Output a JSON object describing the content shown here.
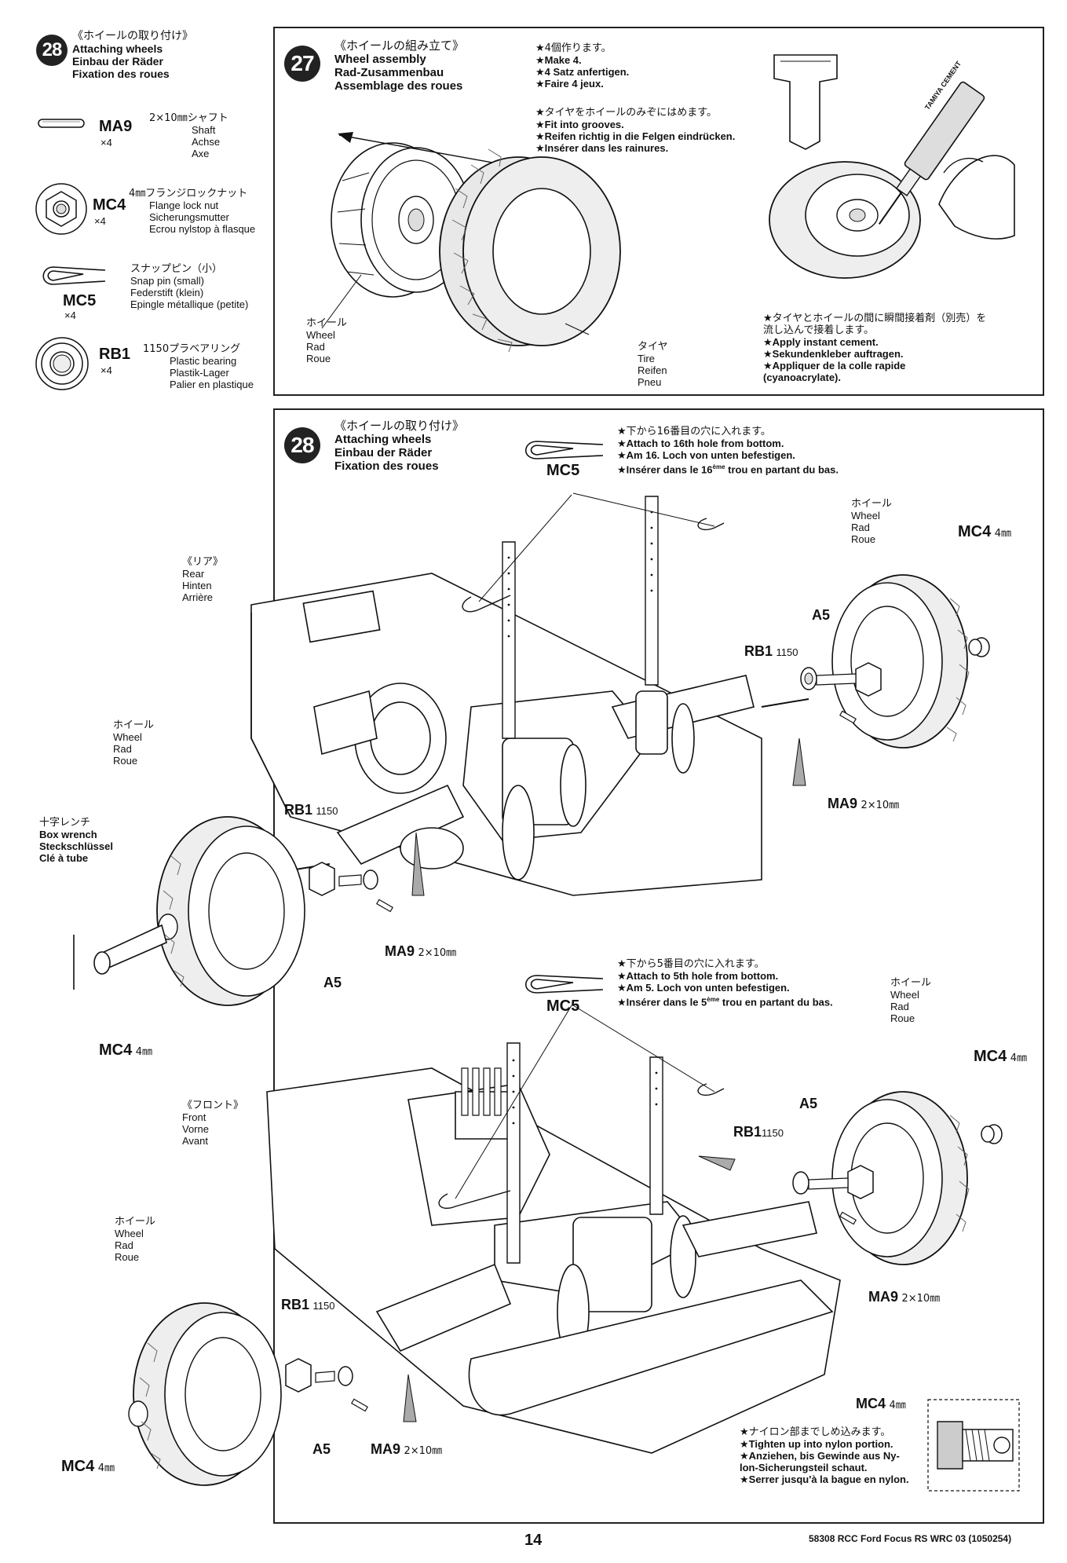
{
  "left_panel": {
    "step_number": "28",
    "title_jp": "《ホイールの取り付け》",
    "title_en": "Attaching wheels",
    "title_de": "Einbau der Räder",
    "title_fr": "Fixation des roues",
    "parts": [
      {
        "code": "MA9",
        "qty": "×4",
        "desc_jp": "2×10㎜シャフト",
        "desc_en": "Shaft",
        "desc_de": "Achse",
        "desc_fr": "Axe",
        "icon": "shaft-icon"
      },
      {
        "code": "MC4",
        "qty": "×4",
        "desc_jp": "4㎜フランジロックナット",
        "desc_en": "Flange lock nut",
        "desc_de": "Sicherungsmutter",
        "desc_fr": "Ecrou nylstop à flasque",
        "icon": "flange-nut-icon"
      },
      {
        "code": "MC5",
        "qty": "×4",
        "desc_jp": "スナップピン（小）",
        "desc_en": "Snap pin (small)",
        "desc_de": "Federstift (klein)",
        "desc_fr": "Epingle métallique (petite)",
        "icon": "snap-pin-icon"
      },
      {
        "code": "RB1",
        "qty": "×4",
        "desc_jp": "1150プラベアリング",
        "desc_en": "Plastic bearing",
        "desc_de": "Plastik-Lager",
        "desc_fr": "Palier en plastique",
        "icon": "bearing-icon"
      }
    ]
  },
  "step27": {
    "number": "27",
    "title_jp": "《ホイールの組み立て》",
    "title_en": "Wheel assembly",
    "title_de": "Rad-Zusammenbau",
    "title_fr": "Assemblage des roues",
    "note1": [
      "★4個作ります。",
      "★Make 4.",
      "★4 Satz anfertigen.",
      "★Faire 4 jeux."
    ],
    "note2": [
      "★タイヤをホイールのみぞにはめます。",
      "★Fit into grooves.",
      "★Reifen richtig in die Felgen eindrücken.",
      "★Insérer dans les rainures."
    ],
    "wheel_label": [
      "ホイール",
      "Wheel",
      "Rad",
      "Roue"
    ],
    "tire_label": [
      "タイヤ",
      "Tire",
      "Reifen",
      "Pneu"
    ],
    "cement_tube_text": "TAMIYA CEMENT",
    "cement_note": [
      "★タイヤとホイールの間に瞬間接着剤（別売）を",
      "流し込んで接着します。",
      "★Apply instant cement.",
      "★Sekundenkleber auftragen.",
      "★Appliquer de la colle rapide",
      "(cyanoacrylate)."
    ]
  },
  "step28": {
    "number": "28",
    "title_jp": "《ホイールの取り付け》",
    "title_en": "Attaching wheels",
    "title_de": "Einbau der Räder",
    "title_fr": "Fixation des roues",
    "rear_note": [
      "★下から16番目の穴に入れます。",
      "★Attach to 16th hole from bottom.",
      "★Am 16. Loch von unten befestigen."
    ],
    "rear_note_fr_pre": "★Insérer dans le 16",
    "rear_note_fr_sup": "ème",
    "rear_note_fr_post": " trou en partant du bas.",
    "front_note": [
      "★下から5番目の穴に入れます。",
      "★Attach to 5th hole from bottom.",
      "★Am 5. Loch von unten befestigen."
    ],
    "front_note_fr_pre": "★Insérer dans le 5",
    "front_note_fr_sup": "ème",
    "front_note_fr_post": " trou en partant du bas.",
    "rear_label": [
      "《リア》",
      "Rear",
      "Hinten",
      "Arrière"
    ],
    "front_label": [
      "《フロント》",
      "Front",
      "Vorne",
      "Avant"
    ],
    "wheel_label": [
      "ホイール",
      "Wheel",
      "Rad",
      "Roue"
    ],
    "wrench_label": [
      "十字レンチ",
      "Box wrench",
      "Steckschlüssel",
      "Clé à tube"
    ],
    "labels": {
      "mc5": "MC5",
      "mc4": "MC4",
      "mc4_size": "4㎜",
      "a5": "A5",
      "rb1": "RB1",
      "rb1_size": "1150",
      "rb1_joined": "RB1",
      "ma9": "MA9",
      "ma9_size": "2×10㎜"
    },
    "nylon_note": [
      "★ナイロン部までしめ込みます。",
      "★Tighten up into nylon portion.",
      "★Anziehen, bis Gewinde aus Ny-",
      "lon-Sicherungsteil schaut.",
      "★Serrer jusqu'à la bague en nylon."
    ]
  },
  "footer": {
    "page_number": "14",
    "doc_ref": "58308 RCC Ford Focus RS WRC 03 (1050254)"
  }
}
